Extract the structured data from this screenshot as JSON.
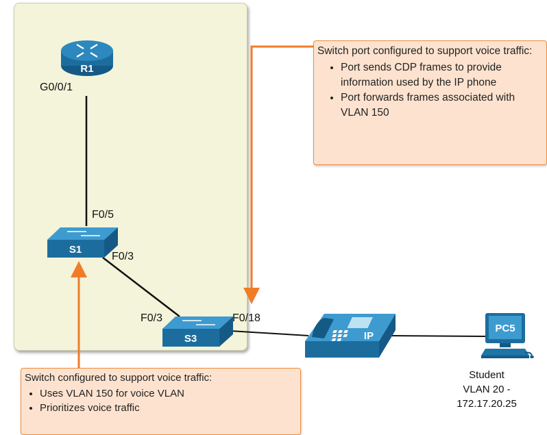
{
  "devices": {
    "router": {
      "name": "R1",
      "port": "G0/0/1"
    },
    "switch1": {
      "name": "S1",
      "port_top": "F0/5",
      "port_right": "F0/3"
    },
    "switch3": {
      "name": "S3",
      "port_left": "F0/3",
      "port_right": "F0/18"
    },
    "phone": {
      "name": "IP"
    },
    "pc": {
      "name": "PC5",
      "caption_line1": "Student",
      "caption_line2": "VLAN 20 -",
      "caption_line3": "172.17.20.25"
    }
  },
  "callouts": {
    "port": {
      "title": "Switch port configured to support voice traffic:",
      "bullets": [
        "Port sends CDP frames to provide information used by the IP phone",
        "Port forwards frames associated with VLAN 150"
      ]
    },
    "switch": {
      "title": "Switch configured to support voice traffic:",
      "bullets": [
        "Uses VLAN 150 for voice VLAN",
        "Prioritizes voice traffic"
      ]
    }
  },
  "colors": {
    "zone": "#f3f4d9",
    "callout_fill": "#fde3cf",
    "arrow": "#f07c28",
    "device": "#1e6fa3"
  }
}
